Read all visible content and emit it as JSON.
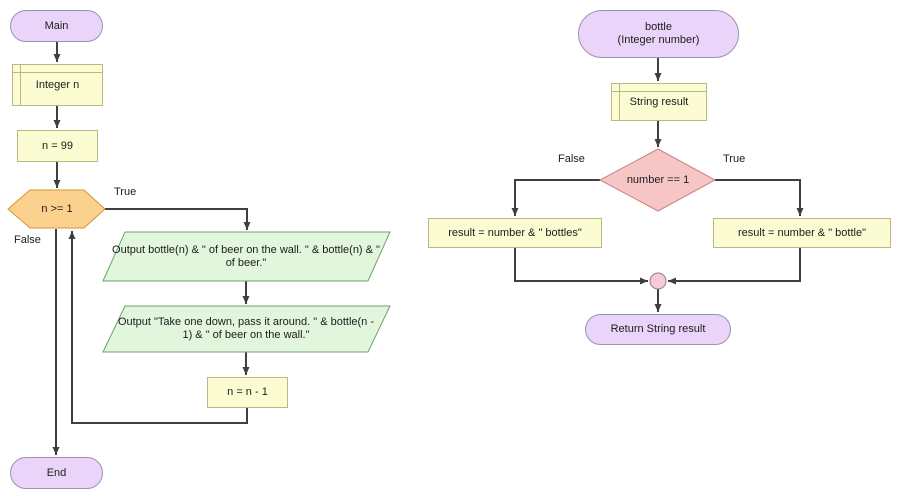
{
  "colors": {
    "line": "#3f3f3f",
    "terminal-fill": "#ebd4fa",
    "terminal-border": "#9e90b0",
    "box-fill": "#fcfcd2",
    "box-border": "#bdb783",
    "hex-fill": "#fad28e",
    "hex-border": "#d6962e",
    "para-fill": "#e1f6dc",
    "para-border": "#6fa06f",
    "diamond-fill": "#f6c6c6",
    "diamond-border": "#ce8080",
    "junction-fill": "#f6cbd4",
    "junction-border": "#8d7f96",
    "bg": "#ffffff"
  },
  "main_chart": {
    "start_label": "Main",
    "declare_label": "Integer n",
    "assign_init_label": "n = 99",
    "loop_condition_label": "n >= 1",
    "loop_true_label": "True",
    "loop_false_label": "False",
    "output1_label": "Output bottle(n) & \" of beer on the wall. \" & bottle(n) & \" of beer.\"",
    "output2_label": "Output \"Take one down, pass it around. \" & bottle(n - 1) & \" of beer on the wall.\"",
    "assign_decrement_label": "n = n - 1",
    "end_label": "End"
  },
  "bottle_chart": {
    "start_label": "bottle\n(Integer number)",
    "declare_label": "String result",
    "decision_label": "number == 1",
    "decision_false_label": "False",
    "decision_true_label": "True",
    "branch_false_label": "result = number & \" bottles\"",
    "branch_true_label": "result = number & \" bottle\"",
    "return_label": "Return String result"
  }
}
